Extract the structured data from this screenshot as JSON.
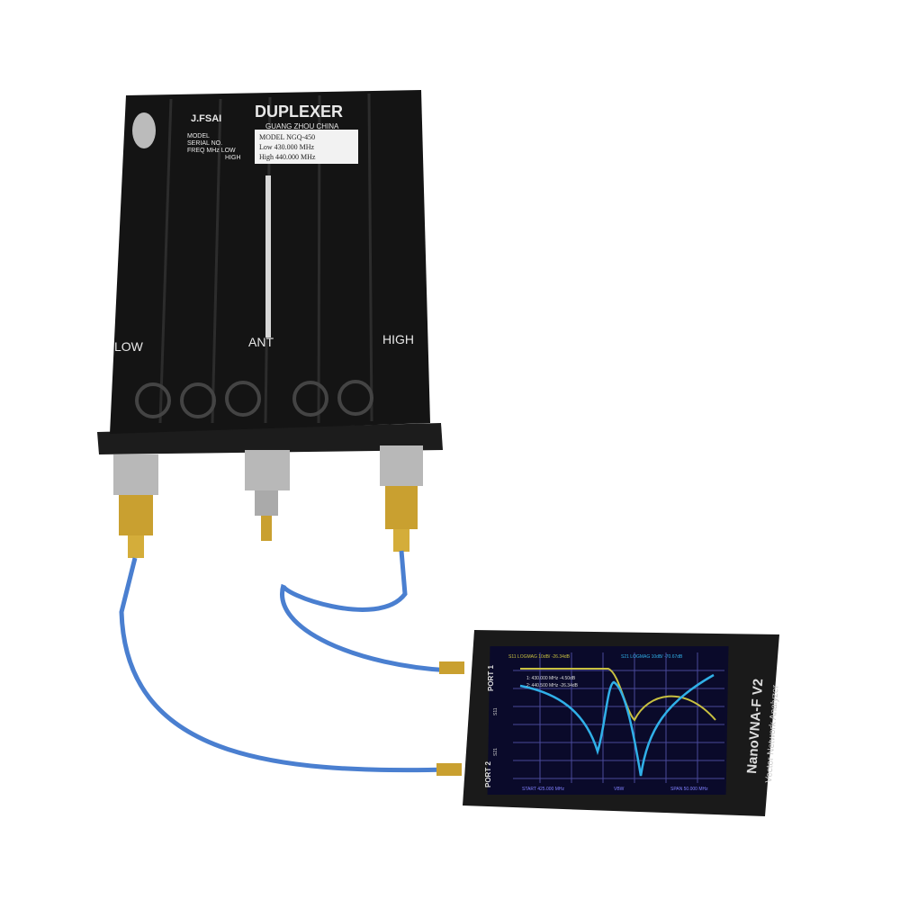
{
  "duplexer": {
    "brand": "J.FSAI",
    "title": "DUPLEXER",
    "subtitle": "GUANG ZHOU CHINA",
    "left_labels": [
      "MODEL",
      "SERIAL NO.",
      "FREQ MHz LOW",
      "HIGH"
    ],
    "model": "MODEL  NGQ-450",
    "low": "Low   430.000 MHz",
    "high": "High  440.000 MHz",
    "port_low": "LOW",
    "port_ant": "ANT",
    "port_high": "HIGH"
  },
  "analyzer": {
    "name": "NanoVNA-F V2",
    "subtitle": "Vector Network Analyzer",
    "port1": "PORT 1",
    "port2": "PORT 2",
    "s11": "S11",
    "s21": "S21",
    "screen": {
      "trace1_header": "S11 LOGMAG 10dB/ -26.34dB",
      "trace2_header": "S21 LOGMAG 10dB/ -70.67dB",
      "marker1": "1:  430.000 MHz  -4.50dB",
      "marker2": "2:  440.500 MHz  -26.34dB",
      "footer_start": "START 425.000 MHz",
      "footer_mid": "VBW",
      "footer_span": "SPAN 50.000 MHz",
      "trace_colors": {
        "s11": "#c8c040",
        "s21": "#30b0e8"
      }
    }
  },
  "colors": {
    "body": "#141414",
    "cable": "#4a7fd0",
    "gold": "#c9a030",
    "background": "#ffffff"
  }
}
